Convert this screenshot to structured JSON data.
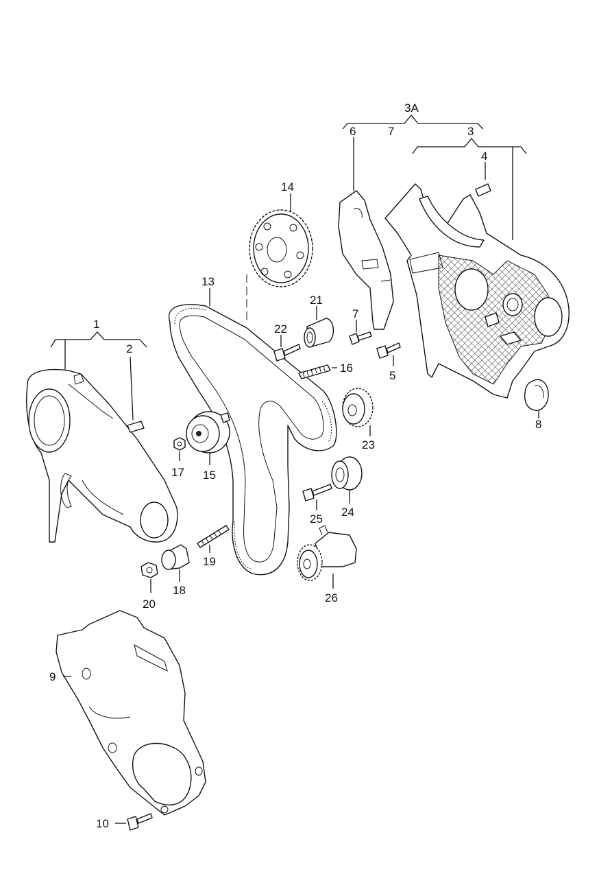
{
  "callouts": {
    "c1": "1",
    "c2": "2",
    "c3": "3",
    "c3a": "3A",
    "c4": "4",
    "c5": "5",
    "c6": "6",
    "c7a": "7",
    "c7b": "7",
    "c8": "8",
    "c9": "9",
    "c10": "10",
    "c13": "13",
    "c14": "14",
    "c15": "15",
    "c16": "16",
    "c17": "17",
    "c18": "18",
    "c19": "19",
    "c20": "20",
    "c21": "21",
    "c22": "22",
    "c23": "23",
    "c24": "24",
    "c25": "25",
    "c26": "26"
  }
}
